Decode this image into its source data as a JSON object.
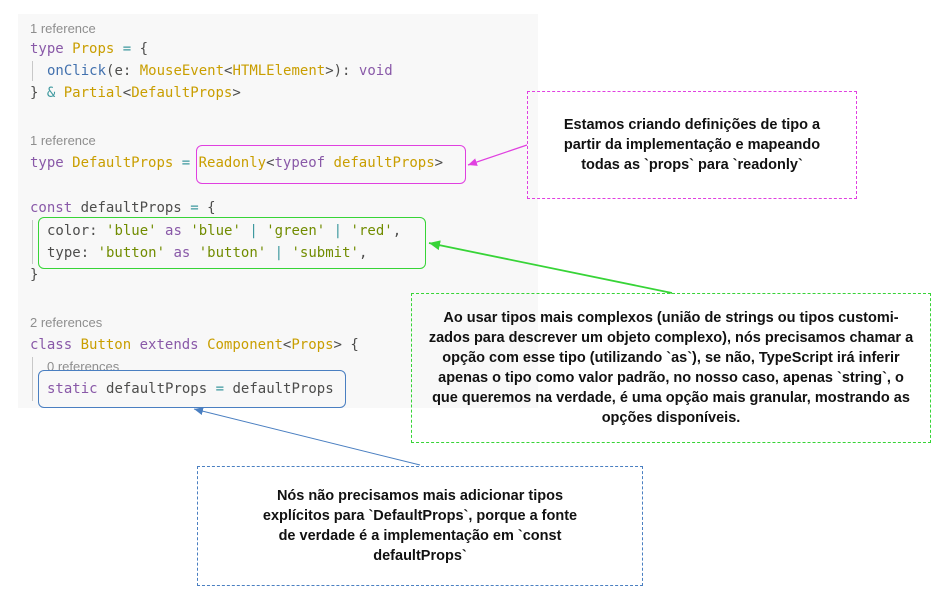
{
  "code": {
    "refs": {
      "r1": "1 reference",
      "r2": "1 reference",
      "r3": "2 references",
      "r4": "0 references"
    },
    "l1": {
      "kw": "type",
      "name": "Props",
      "op": "=",
      "brace": "{"
    },
    "l2": {
      "fn": "onClick",
      "p1": "(e: ",
      "t1": "MouseEvent",
      "lt": "<",
      "t2": "HTMLElement",
      "p2": ">): ",
      "t3": "void"
    },
    "l3": {
      "close": "}",
      "amp": "&",
      "t1": "Partial",
      "lt": "<",
      "t2": "DefaultProps",
      "gt": ">"
    },
    "l4": {
      "kw": "type",
      "name": "DefaultProps",
      "op": "=",
      "t1": "Readonly",
      "lt": "<",
      "kw2": "typeof",
      "t2": "defaultProps",
      "gt": ">"
    },
    "l5": {
      "kw": "const",
      "name": "defaultProps",
      "op": "=",
      "brace": "{"
    },
    "l6": {
      "key": "color: ",
      "s1": "'blue'",
      "as": "as",
      "s2": "'blue'",
      "bar1": "|",
      "s3": "'green'",
      "bar2": "|",
      "s4": "'red'",
      "comma": ","
    },
    "l7": {
      "key": "type: ",
      "s1": "'button'",
      "as": "as",
      "s2": "'button'",
      "bar1": "|",
      "s3": "'submit'",
      "comma": ","
    },
    "l8": {
      "close": "}"
    },
    "l9": {
      "kw": "class",
      "name": "Button",
      "kw2": "extends",
      "t1": "Component",
      "lt": "<",
      "t2": "Props",
      "gt": ">",
      "brace": "{"
    },
    "l10": {
      "kw": "static",
      "name": "defaultProps",
      "op": "=",
      "val": "defaultProps"
    }
  },
  "notes": {
    "readonly": "Estamos criando definições de tipo a partir da implementação e mapeando todas as `props` para `readonly`",
    "union": "Ao usar tipos mais complexos (união de strings ou tipos customi- zados para descrever um objeto complexo), nós precisamos chamar a opção com esse tipo (utilizando `as`), se não, TypeScript irá inferir apenas o tipo como valor padrão, no nosso caso, apenas `string`, o que queremos na verdade, é uma opção mais granular, mostrando as opções disponíveis.",
    "static": "Nós não precisamos mais adicionar tipos explícitos para `DefaultProps`, porque a fonte de verdade é a implementação em `const defaultProps`"
  },
  "colors": {
    "magenta": "#e040e0",
    "green": "#37d437",
    "blue": "#4a7fc1"
  }
}
